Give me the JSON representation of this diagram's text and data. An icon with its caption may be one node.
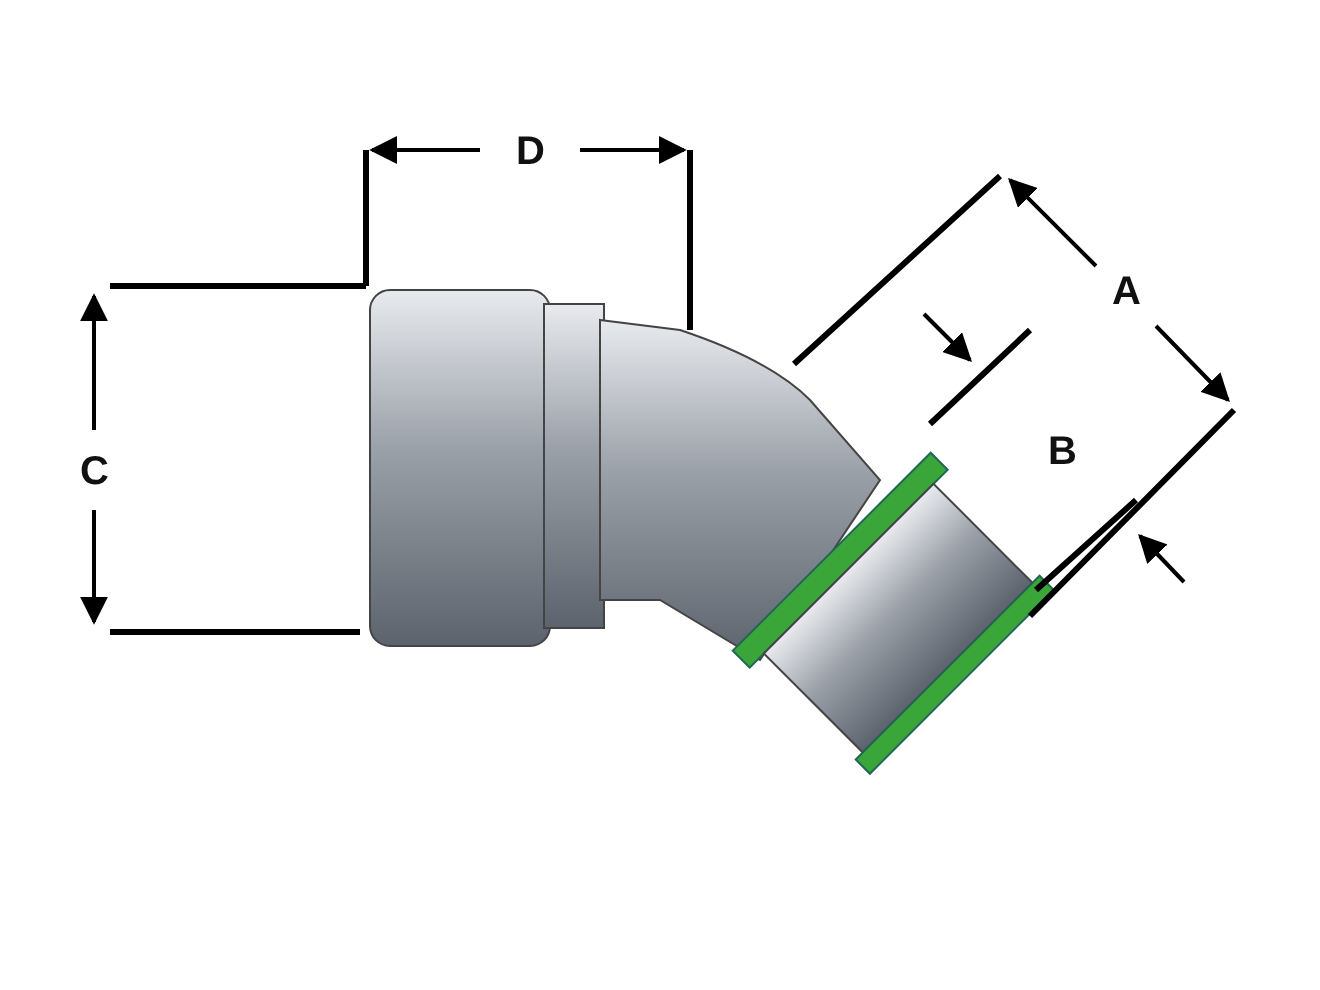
{
  "diagram": {
    "labels": [
      "D",
      "A",
      "B",
      "C"
    ]
  }
}
